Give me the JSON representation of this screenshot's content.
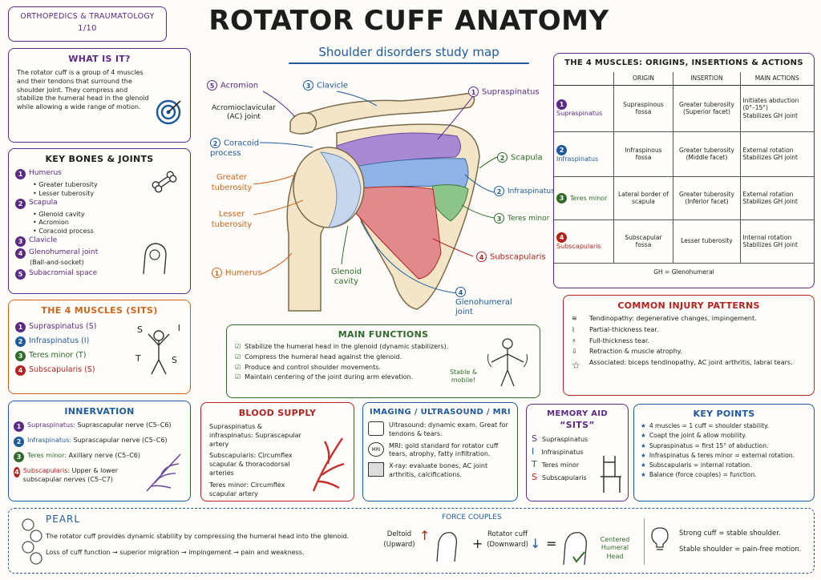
{
  "header": {
    "course": "ORTHOPEDICS & TRAUMATOLOGY",
    "page": "1/10",
    "title": "ROTATOR CUFF ANATOMY",
    "subtitle": "Shoulder disorders study map"
  },
  "what_is_it": {
    "title": "WHAT IS IT?",
    "text": "The rotator cuff is a group of 4 muscles and their tendons that surround the shoulder joint. They compress and stabilize the humeral head in the glenoid while allowing a wide range of motion."
  },
  "bones": {
    "title": "KEY BONES & JOINTS",
    "items": [
      {
        "n": "1",
        "label": "Humerus",
        "subs": [
          "Greater tuberosity",
          "Lesser tuberosity"
        ]
      },
      {
        "n": "2",
        "label": "Scapula",
        "subs": [
          "Glenoid cavity",
          "Acromion",
          "Coracoid process"
        ]
      },
      {
        "n": "3",
        "label": "Clavicle",
        "subs": []
      },
      {
        "n": "4",
        "label": "Glenohumeral joint",
        "note": "(Ball-and-socket)",
        "subs": []
      },
      {
        "n": "5",
        "label": "Subacromial space",
        "subs": []
      }
    ]
  },
  "sits": {
    "title": "THE 4 MUSCLES (SITS)",
    "items": [
      "Supraspinatus (S)",
      "Infraspinatus (I)",
      "Teres minor (T)",
      "Subscapularis (S)"
    ],
    "letters": [
      "S",
      "I",
      "T",
      "S"
    ]
  },
  "innervation": {
    "title": "INNERVATION",
    "items": [
      {
        "name": "Supraspinatus:",
        "nerve": "Suprascapular nerve (C5–C6)"
      },
      {
        "name": "Infraspinatus:",
        "nerve": "Suprascapular nerve (C5–C6)"
      },
      {
        "name": "Teres minor:",
        "nerve": "Axillary nerve (C5–C6)"
      },
      {
        "name": "Subscapularis:",
        "nerve": "Upper & lower subscapular nerves (C5–C7)"
      }
    ]
  },
  "diagram": {
    "labels": {
      "acromion": "Acromion",
      "clavicle": "Clavicle",
      "supraspinatus": "Supraspinatus",
      "ac_joint": "Acromioclavicular (AC) joint",
      "coracoid": "Coracoid process",
      "scapula": "Scapula",
      "greater_tub": "Greater tuberosity",
      "infraspinatus": "Infraspinatus",
      "lesser_tub": "Lesser tuberosity",
      "teres_minor": "Teres minor",
      "subscapularis": "Subscapularis",
      "humerus": "Humerus",
      "glenoid": "Glenoid cavity",
      "gh_joint": "Glenohumeral joint"
    },
    "nums": {
      "acromion": "5",
      "clavicle": "3",
      "supraspinatus": "1",
      "coracoid": "2",
      "scapula": "2",
      "infraspinatus": "2",
      "teres_minor": "3",
      "subscapularis": "4",
      "humerus": "1",
      "gh_joint": "4"
    }
  },
  "functions": {
    "title": "MAIN FUNCTIONS",
    "items": [
      "Stabilize the humeral head in the glenoid (dynamic stabilizers).",
      "Compress the humeral head against the glenoid.",
      "Produce and control shoulder movements.",
      "Maintain centering of the joint during arm elevation."
    ],
    "badge": "Stable & mobile!"
  },
  "muscles_table": {
    "title": "THE 4 MUSCLES: ORIGINS, INSERTIONS & ACTIONS",
    "headers": [
      "ORIGIN",
      "INSERTION",
      "MAIN ACTIONS"
    ],
    "rows": [
      {
        "n": "1",
        "name": "Supraspinatus",
        "origin": "Supraspinous fossa",
        "insertion": "Greater tuberosity (Superior facet)",
        "actions": [
          "Initiates abduction (0°–15°)",
          "Stabilizes GH joint"
        ]
      },
      {
        "n": "2",
        "name": "Infraspinatus",
        "origin": "Infraspinous fossa",
        "insertion": "Greater tuberosity (Middle facet)",
        "actions": [
          "External rotation",
          "Stabilizes GH joint"
        ]
      },
      {
        "n": "3",
        "name": "Teres minor",
        "origin": "Lateral border of scapula",
        "insertion": "Greater tuberosity (Inferior facet)",
        "actions": [
          "External rotation",
          "Stabilizes GH joint"
        ]
      },
      {
        "n": "4",
        "name": "Subscapularis",
        "origin": "Subscapular fossa",
        "insertion": "Lesser tuberosity",
        "actions": [
          "Internal rotation",
          "Stabilizes GH joint"
        ]
      }
    ],
    "footnote": "GH = Glenohumeral"
  },
  "injury": {
    "title": "COMMON INJURY PATTERNS",
    "items": [
      "Tendinopathy: degenerative changes, impingement.",
      "Partial-thickness tear.",
      "Full-thickness tear.",
      "Retraction & muscle atrophy.",
      "Associated: biceps tendinopathy, AC joint arthritis, labral tears."
    ]
  },
  "blood": {
    "title": "BLOOD SUPPLY",
    "items": [
      "Supraspinatus & infraspinatus: Suprascapular artery",
      "Subscapularis: Circumflex scapular & thoracodorsal arteries",
      "Teres minor: Circumflex scapular artery"
    ]
  },
  "imaging": {
    "title": "IMAGING / ULTRASOUND / MRI",
    "items": [
      "Ultrasound: dynamic exam. Great for tendons & tears.",
      "MRI: gold standard for rotator cuff tears, atrophy, fatty infiltration.",
      "X-ray: evaluate bones, AC joint arthritis, calcifications."
    ],
    "icon_labels": [
      "",
      "MRI",
      ""
    ]
  },
  "memory": {
    "title": "MEMORY AID",
    "subtitle": "“SITS”",
    "letters": [
      "S",
      "I",
      "T",
      "S"
    ],
    "words": [
      "Supraspinatus",
      "Infraspinatus",
      "Teres minor",
      "Subscapularis"
    ]
  },
  "key_points": {
    "title": "KEY POINTS",
    "items": [
      "4 muscles = 1 cuff = shoulder stability.",
      "Coapt the joint & allow mobility.",
      "Supraspinatus = first 15° of abduction.",
      "Infraspinatus & teres minor = external rotation.",
      "Subscapularis = internal rotation.",
      "Balance (force couples) = function."
    ]
  },
  "pearl": {
    "title": "PEARL",
    "line1": "The rotator cuff provides dynamic stability by compressing the humeral head into the glenoid.",
    "line2": "Loss of cuff function → superior migration → impingement → pain and weakness."
  },
  "force": {
    "title": "FORCE COUPLES",
    "deltoid": "Deltoid",
    "deltoid_dir": "(Upward)",
    "plus": "+",
    "cuff": "Rotator cuff",
    "cuff_dir": "(Downward)",
    "equals": "=",
    "result": "Centered Humeral Head",
    "tip1": "Strong cuff = stable shoulder.",
    "tip2": "Stable shoulder = pain-free motion."
  },
  "colors": {
    "purple": "#5b2a86",
    "blue": "#1f5a9e",
    "green": "#2f6b2a",
    "red": "#b4231f",
    "orange": "#d0651a"
  }
}
